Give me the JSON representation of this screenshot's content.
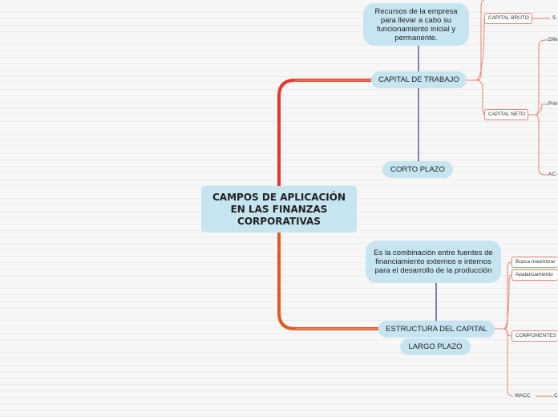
{
  "central_topic": "CAMPOS DE APLICACIÓN EN LAS FINANZAS CORPORATIVAS",
  "branches": {
    "capital_trabajo": {
      "label": "CAPITAL DE TRABAJO",
      "note": "Recursos de la empresa para llevar a cabo su funcionamiento inicial y permanente.",
      "sub": "CORTO PLAZO",
      "children": {
        "capital_bruto": {
          "label": "CAPITAL BRUTO",
          "child": "S"
        },
        "capital_neto": {
          "label": "CAPITAL NETO",
          "children": [
            "Dife",
            "Prin",
            "AC-"
          ]
        }
      }
    },
    "estructura_capital": {
      "label": "ESTRUCTURA DEL CAPITAL",
      "note": "Es la combinación entre fuentes de financiamiento externos e internos para el desarrollo de la producción",
      "sub": "LARGO PLAZO",
      "children": {
        "busca": "Busca maximizar",
        "apalancamiento": "Apalancamiento",
        "componentes": "COMPONENTES",
        "wacc": {
          "label": "WACC",
          "child": "C"
        }
      }
    }
  },
  "colors": {
    "node_fill": "#c6e5f0",
    "branch_top": "#e33a2d",
    "branch_bottom": "#e05a22",
    "connector": "#2c3e6b",
    "leaf_line": "#e7846f"
  }
}
